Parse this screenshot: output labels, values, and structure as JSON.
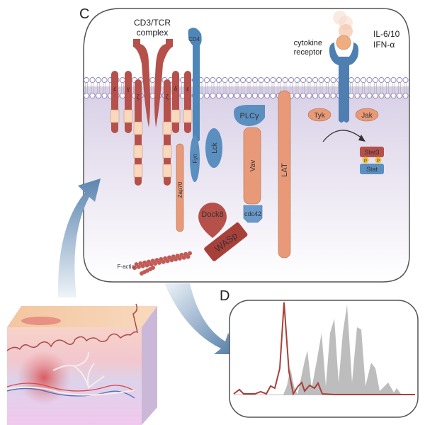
{
  "panels": {
    "c_label": "C",
    "d_label": "D"
  },
  "membrane_proteins": {
    "tcr_label_line1": "CD3/TCR",
    "tcr_label_line2": "complex",
    "cd4": "CD4",
    "chains": [
      "ε",
      "γ",
      "ζ",
      "ζ",
      "δ",
      "ε"
    ],
    "cytokine_receptor_line1": "cytokine",
    "cytokine_receptor_line2": "receptor",
    "cytokine_ligand_line1": "IL-6/10",
    "cytokine_ligand_line2": "IFN-α"
  },
  "signaling": {
    "plc": "PLCγ",
    "vav": "Vav",
    "lat": "LAT",
    "lck": "Lck",
    "fyn": "Fyn",
    "zap70": "Zap70",
    "dock8": "Dock8",
    "wasp": "WASp",
    "cdc42": "cdc42",
    "factin": "F-actin",
    "tyk": "Tyk",
    "jak": "Jak",
    "stat3": "Stat3",
    "stat": "Stat",
    "phospho": "P"
  },
  "colors": {
    "red_protein": "#b5504a",
    "orange_protein": "#e89a78",
    "blue_protein": "#4f86b8",
    "membrane": "#c9c2e0",
    "cytoplasm": "#e4dcee",
    "arrow_blue": "#5b86b0",
    "trace_red": "#a8403a",
    "trace_gray": "#bdbdbd"
  }
}
